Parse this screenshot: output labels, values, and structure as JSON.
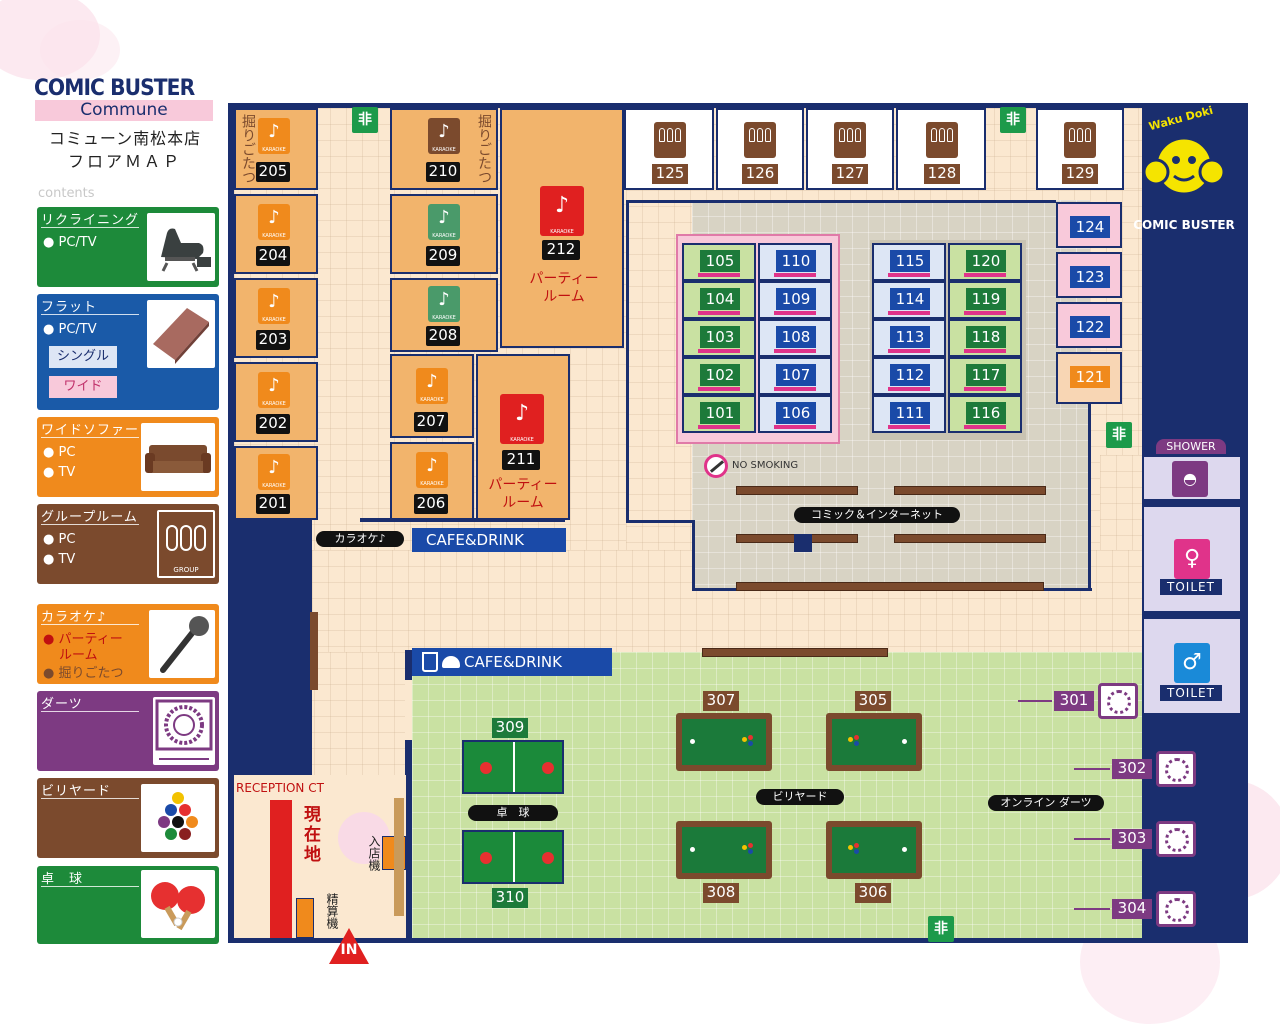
{
  "brand": {
    "logo": "COMIC BUSTER",
    "sub": "Commune",
    "store": "コミューン南松本店",
    "map_title": "フロアＭＡＰ",
    "contents": "contents",
    "right_logo_text": "COMIC BUSTER",
    "right_logo_tag": "Waku Doki"
  },
  "legend": {
    "recliner": {
      "title": "リクライニング",
      "items": [
        "● PC/TV"
      ],
      "color": "#1d8a3a"
    },
    "flat": {
      "title": "フラット",
      "items": [
        "● PC/TV"
      ],
      "single": "シングル",
      "wide": "ワイド",
      "color": "#1a5aa8"
    },
    "sofa": {
      "title": "ワイドソファー",
      "items": [
        "● PC",
        "● TV"
      ],
      "color": "#f08a1c"
    },
    "group": {
      "title": "グループルーム",
      "items": [
        "● PC",
        "● TV"
      ],
      "icon_label": "GROUP",
      "color": "#7b4a2d"
    },
    "karaoke": {
      "title": "カラオケ♪",
      "items": [
        "● パーティー",
        "ルーム",
        "● 掘りごたつ"
      ],
      "color": "#f08a1c"
    },
    "darts": {
      "title": "ダーツ",
      "color": "#7d3a82"
    },
    "billiards": {
      "title": "ビリヤード",
      "color": "#7b4a2d"
    },
    "pingpong": {
      "title": "卓　球",
      "color": "#1d8a3a"
    }
  },
  "karaoke_left": [
    "205",
    "204",
    "203",
    "202",
    "201"
  ],
  "karaoke_mid": [
    "210",
    "209",
    "208"
  ],
  "karaoke_low": [
    "207",
    "206"
  ],
  "karaoke_tag": "KARAOKE",
  "horigotatsu": "掘りごたつ",
  "party": {
    "r212": "212",
    "r211": "211",
    "label": "パーティー",
    "label2": "ルーム"
  },
  "group_rooms": [
    "125",
    "126",
    "127",
    "128",
    "129"
  ],
  "booths": {
    "col1": [
      "105",
      "104",
      "103",
      "102",
      "101"
    ],
    "col2": [
      "110",
      "109",
      "108",
      "107",
      "106"
    ],
    "col3": [
      "115",
      "114",
      "113",
      "112",
      "111"
    ],
    "col4": [
      "120",
      "119",
      "118",
      "117",
      "116"
    ]
  },
  "right_booths": [
    "124",
    "123",
    "122",
    "121"
  ],
  "no_smoking": "NO SMOKING",
  "comic_area": "コミック＆インターネット",
  "karaoke_label": "カラオケ♪",
  "cafe": "CAFE&DRINK",
  "shower": "SHOWER",
  "toilet": "TOILET",
  "reception": "RECEPTION CT",
  "here": "現在地",
  "entry_machine": "入店機",
  "pay_machine": "精算機",
  "entrance": "IN",
  "pool_tables": [
    "307",
    "305",
    "308",
    "306"
  ],
  "billiards_label": "ビリヤード",
  "pingpong_tables": [
    "309",
    "310"
  ],
  "pingpong_label": "卓　球",
  "darts": [
    "301",
    "302",
    "303",
    "304"
  ],
  "darts_label": "オンライン ダーツ",
  "exit": "非"
}
